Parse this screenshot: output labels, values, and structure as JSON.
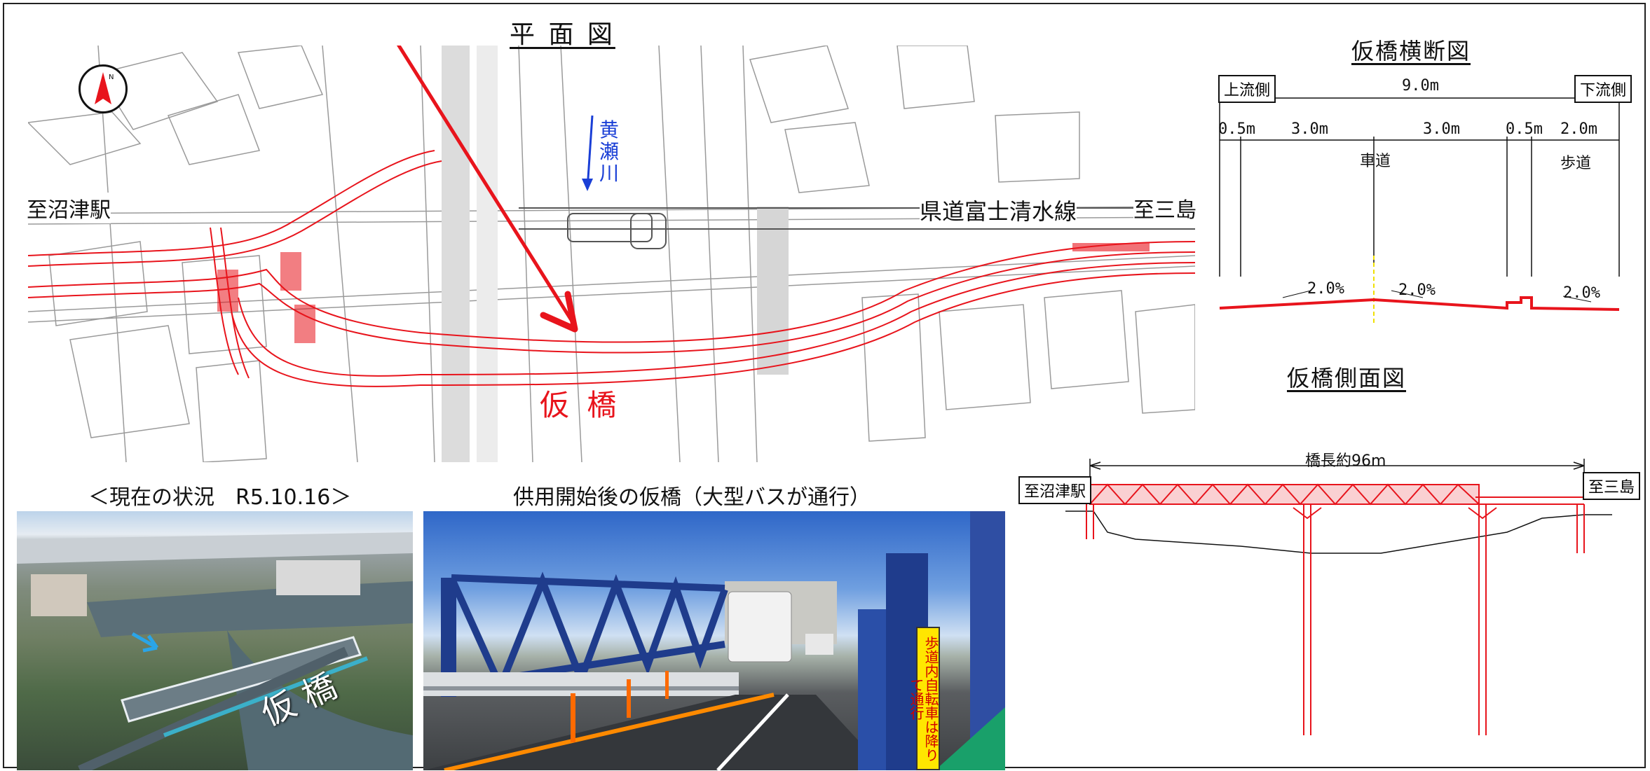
{
  "plan": {
    "title": "平 面 図",
    "to_numazu": "至沼津駅",
    "to_mishima": "至三島",
    "road_name": "県道富士清水線",
    "river": [
      "黄",
      "瀬",
      "川"
    ],
    "temp_bridge": "仮 橋",
    "north_mark": "N"
  },
  "cross_section": {
    "title": "仮橋横断図",
    "upstream": "上流側",
    "downstream": "下流側",
    "total_width": "9.0m",
    "segments": [
      "0.5m",
      "3.0m",
      "3.0m",
      "0.5m",
      "2.0m"
    ],
    "roadway": "車道",
    "sidewalk": "歩道",
    "slopes": [
      "2.0%",
      "2.0%",
      "2.0%"
    ]
  },
  "side_view": {
    "title": "仮橋側面図",
    "length_label": "橋長約96m",
    "left_end": "至沼津駅",
    "right_end": "至三島"
  },
  "photos": {
    "current_caption": "＜現在の状況　R5.10.16＞",
    "current_overlay": "仮 橋",
    "after_caption": "供用開始後の仮橋（大型バスが通行）",
    "sign_text": "歩道内自転車は降りて通行"
  },
  "colors": {
    "bridge_red": "#e8141c",
    "river_blue": "#1a3fd6",
    "truss_blue": "#1f3c8c"
  }
}
